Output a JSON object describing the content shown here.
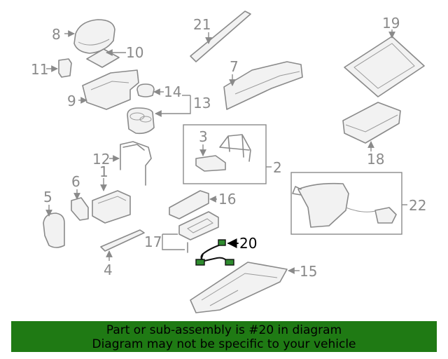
{
  "callouts": {
    "c1": "1",
    "c2": "2",
    "c3": "3",
    "c4": "4",
    "c5": "5",
    "c6": "6",
    "c7": "7",
    "c8": "8",
    "c9": "9",
    "c10": "10",
    "c11": "11",
    "c12": "12",
    "c13": "13",
    "c14": "14",
    "c15": "15",
    "c16": "16",
    "c17": "17",
    "c18": "18",
    "c19": "19",
    "c20": "20",
    "c21": "21",
    "c22": "22"
  },
  "highlight": {
    "part_number": "20",
    "color": "#2e8b2e"
  },
  "banner": {
    "line1": "Part or sub-assembly is #20 in diagram",
    "line2": "Diagram may not be specific to your vehicle",
    "background": "#1f7a14"
  }
}
